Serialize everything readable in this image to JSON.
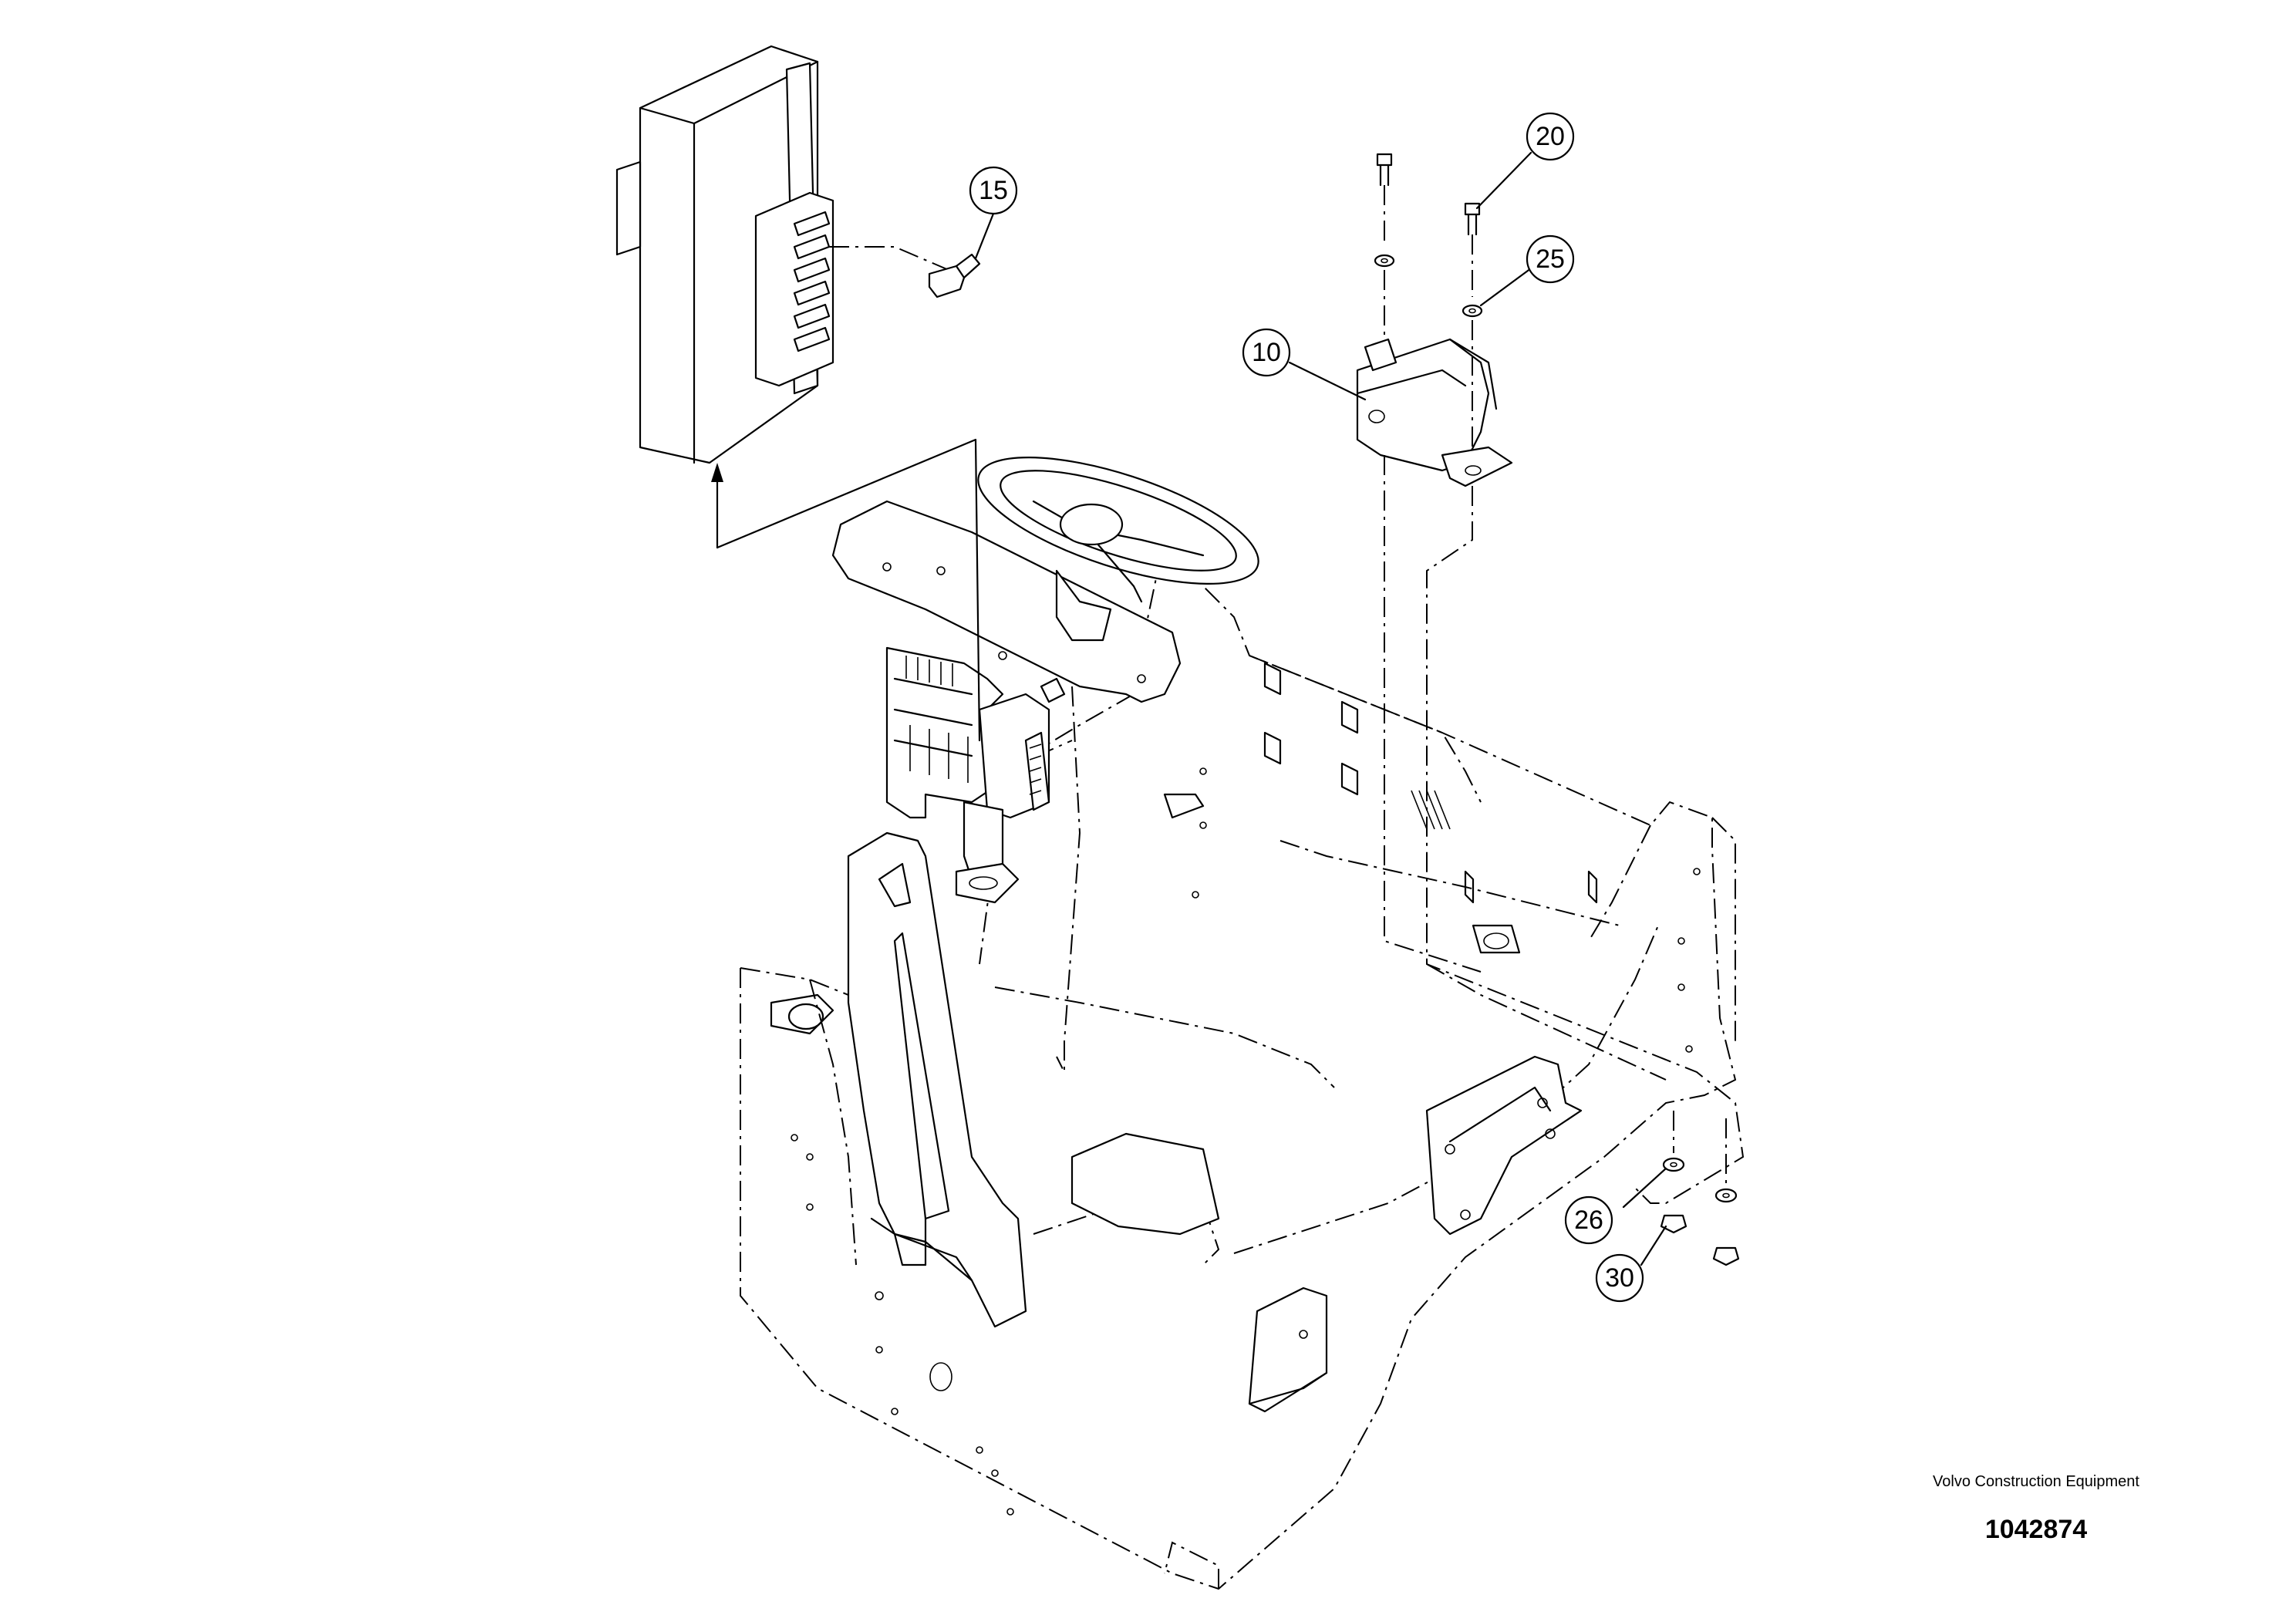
{
  "callouts": [
    {
      "id": "c15",
      "label": "15"
    },
    {
      "id": "c20",
      "label": "20"
    },
    {
      "id": "c25",
      "label": "25"
    },
    {
      "id": "c10",
      "label": "10"
    },
    {
      "id": "c26",
      "label": "26"
    },
    {
      "id": "c30",
      "label": "30"
    }
  ],
  "brand": {
    "name": "Volvo Construction Equipment",
    "drawing_number": "1042874"
  }
}
